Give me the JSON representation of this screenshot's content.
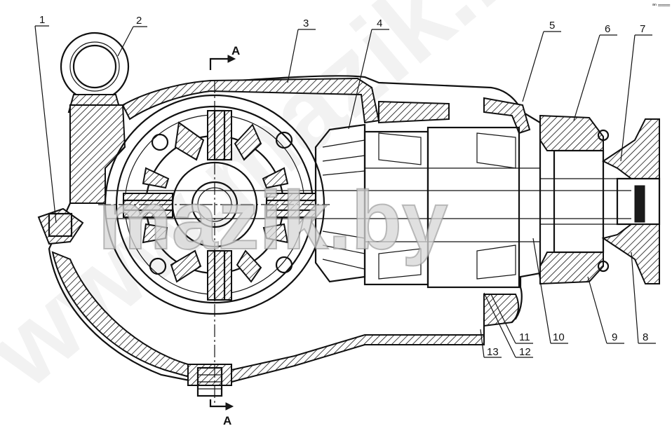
{
  "watermark": {
    "main": "mazik.by",
    "diagonal": "www.mazik.by"
  },
  "corner_mark": "ᵃⁿ ═══",
  "section": {
    "top": "A",
    "bottom": "A"
  },
  "callouts": {
    "c1": "1",
    "c2": "2",
    "c3": "3",
    "c4": "4",
    "c5": "5",
    "c6": "6",
    "c7": "7",
    "c8": "8",
    "c9": "9",
    "c10": "10",
    "c11": "11",
    "c12": "12",
    "c13": "13"
  }
}
